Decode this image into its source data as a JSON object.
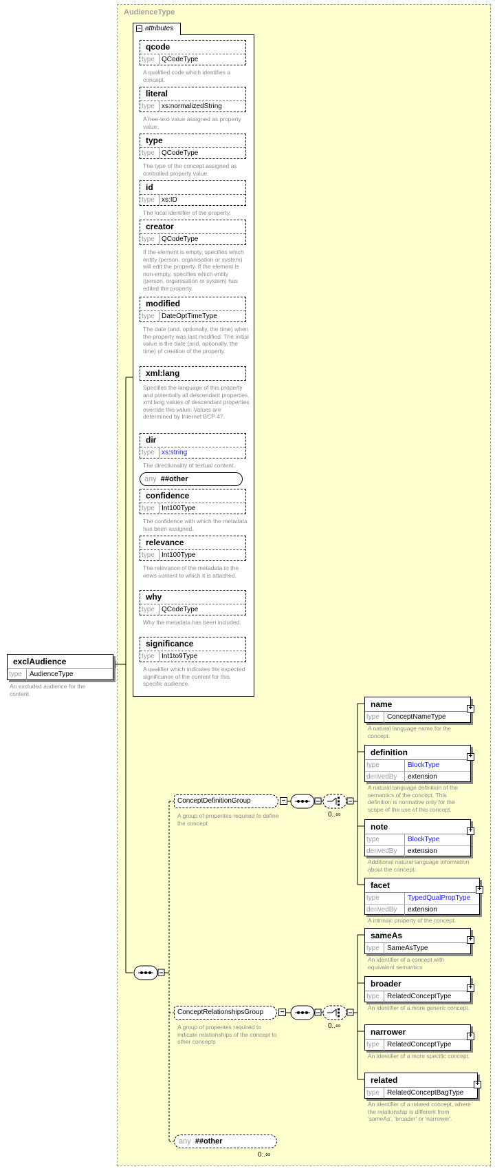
{
  "type_name": "AudienceType",
  "attributes_label": "attributes",
  "root": {
    "name": "exclAudience",
    "type_key": "type",
    "type_value": "AudienceType",
    "description": "An excluded audience for the content."
  },
  "attributes": [
    {
      "name": "qcode",
      "type_key": "type",
      "type_value": "QCodeType",
      "description": "A qualified code which identifies a concept."
    },
    {
      "name": "literal",
      "type_key": "type",
      "type_value": "xs:normalizedString",
      "description": "A free-text value assigned as property value."
    },
    {
      "name": "type",
      "type_key": "type",
      "type_value": "QCodeType",
      "description": "The type of the concept assigned as controlled property value."
    },
    {
      "name": "id",
      "type_key": "type",
      "type_value": "xs:ID",
      "description": "The local identifier of the property."
    },
    {
      "name": "creator",
      "type_key": "type",
      "type_value": "QCodeType",
      "description": "If the element is empty, specifies which entity (person, organisation or system) will edit the property. If the element is non-empty, specifies which entity (person, organisation or system) has edited the property."
    },
    {
      "name": "modified",
      "type_key": "type",
      "type_value": "DateOptTimeType",
      "description": "The date (and, optionally, the time) when the property was last modified. The initial value is the date (and, optionally, the time) of creation of the property."
    },
    {
      "name": "xml:lang",
      "type_key": "",
      "type_value": "",
      "description": "Specifies the language of this property and potentially all descendant properties. xml:lang values of descendant properties override this value. Values are determined by Internet BCP 47."
    },
    {
      "name": "dir",
      "type_key": "type",
      "type_value": "xs:string",
      "description": "The directionality of textual content."
    },
    {
      "name": "confidence",
      "type_key": "type",
      "type_value": "Int100Type",
      "description": "The confidence with which the metadata has been assigned."
    },
    {
      "name": "relevance",
      "type_key": "type",
      "type_value": "Int100Type",
      "description": "The relevance of the metadata to the news content to which it is attached."
    },
    {
      "name": "why",
      "type_key": "type",
      "type_value": "QCodeType",
      "description": "Why the metadata has been included."
    },
    {
      "name": "significance",
      "type_key": "type",
      "type_value": "Int1to9Type",
      "description": "A qualifier which indicates the expected significance of the content for this specific audience."
    }
  ],
  "any_attribute": {
    "key": "any",
    "value": "##other"
  },
  "groups": [
    {
      "name": "ConceptDefinitionGroup",
      "occurrence": "0..∞",
      "description": "A group of properites required to define the concept"
    },
    {
      "name": "ConceptRelationshipsGroup",
      "occurrence": "0..∞",
      "description": "A group of properites required to indicate relationships of the concept to other concepts"
    }
  ],
  "definition_elements": [
    {
      "name": "name",
      "type_key": "type",
      "type_value": "ConceptNameType",
      "derived_key": "",
      "derived_value": "",
      "description": "A natural language name for the concept."
    },
    {
      "name": "definition",
      "type_key": "type",
      "type_value": "BlockType",
      "derived_key": "derivedBy",
      "derived_value": "extension",
      "description": "A natural language definition of the semantics of the concept. This definition is normative only for the scope of the use of this concept."
    },
    {
      "name": "note",
      "type_key": "type",
      "type_value": "BlockType",
      "derived_key": "derivedBy",
      "derived_value": "extension",
      "description": "Additional natural language information about the concept."
    },
    {
      "name": "facet",
      "type_key": "type",
      "type_value": "TypedQualPropType",
      "derived_key": "derivedBy",
      "derived_value": "extension",
      "description": "A intrinsic property of the concept."
    }
  ],
  "relationship_elements": [
    {
      "name": "sameAs",
      "type_key": "type",
      "type_value": "SameAsType",
      "description": "An identifier of a concept with equivalent semantics"
    },
    {
      "name": "broader",
      "type_key": "type",
      "type_value": "RelatedConceptType",
      "description": "An identifier of a more generic concept."
    },
    {
      "name": "narrower",
      "type_key": "type",
      "type_value": "RelatedConceptType",
      "description": "An identifier of a more specific concept."
    },
    {
      "name": "related",
      "type_key": "type",
      "type_value": "RelatedConceptBagType",
      "description": "An identifier of a related concept, where the relationship is different from 'sameAs', 'broader' or 'narrower'."
    }
  ],
  "any_element": {
    "key": "any",
    "value": "##other",
    "occurrence": "0..∞"
  },
  "colors": {
    "type_background": "#ffffcc",
    "border": "#aaaaaa",
    "link": "#1a1aff"
  }
}
